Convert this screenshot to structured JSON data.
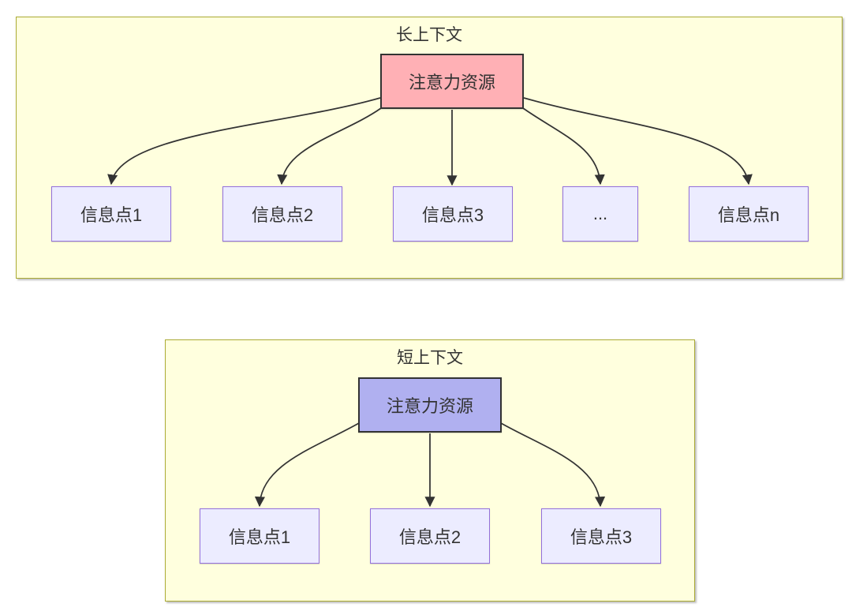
{
  "colors": {
    "container_fill": "#ffffde",
    "container_border": "#aaaa33",
    "node_fill": "#ececff",
    "node_border": "#9370db",
    "source_border": "#333333",
    "long_source_fill": "#ffb0b5",
    "short_source_fill": "#b0b0f0",
    "arrow": "#333333",
    "text": "#333333"
  },
  "diagrams": [
    {
      "id": "long-context",
      "title": "长上下文",
      "source": {
        "label": "注意力资源"
      },
      "targets": [
        {
          "label": "信息点1"
        },
        {
          "label": "信息点2"
        },
        {
          "label": "信息点3"
        },
        {
          "label": "..."
        },
        {
          "label": "信息点n"
        }
      ]
    },
    {
      "id": "short-context",
      "title": "短上下文",
      "source": {
        "label": "注意力资源"
      },
      "targets": [
        {
          "label": "信息点1"
        },
        {
          "label": "信息点2"
        },
        {
          "label": "信息点3"
        }
      ]
    }
  ]
}
